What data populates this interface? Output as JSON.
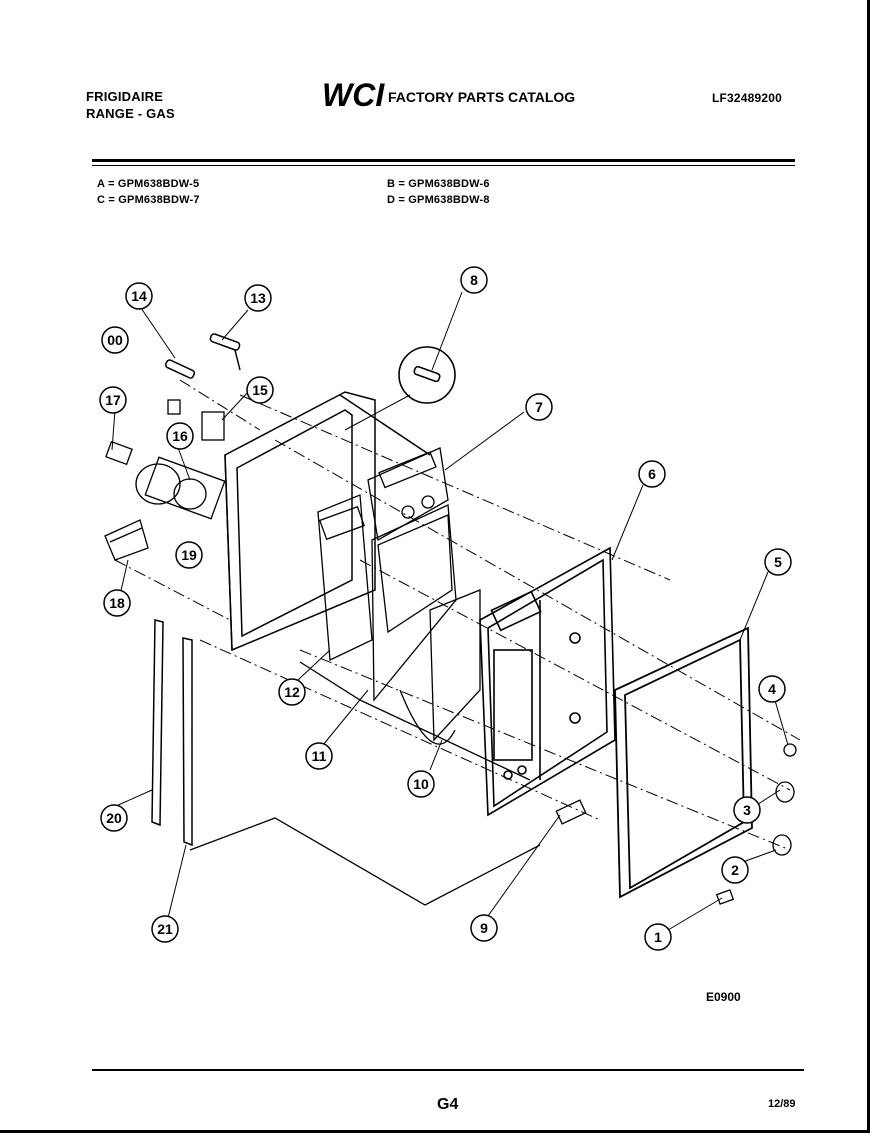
{
  "header": {
    "brand": "FRIGIDAIRE",
    "product": "RANGE - GAS",
    "logo_text": "WCI",
    "catalog_title": "FACTORY PARTS CATALOG",
    "catalog_number": "LF32489200"
  },
  "models": {
    "a": "A = GPM638BDW-5",
    "b": "B = GPM638BDW-6",
    "c": "C = GPM638BDW-7",
    "d": "D = GPM638BDW-8"
  },
  "callouts": [
    "00",
    "1",
    "2",
    "3",
    "4",
    "5",
    "6",
    "7",
    "8",
    "9",
    "10",
    "11",
    "12",
    "13",
    "14",
    "15",
    "16",
    "17",
    "18",
    "19",
    "20",
    "21"
  ],
  "diagram_code": "E0900",
  "footer": {
    "page": "G4",
    "date": "12/89"
  }
}
